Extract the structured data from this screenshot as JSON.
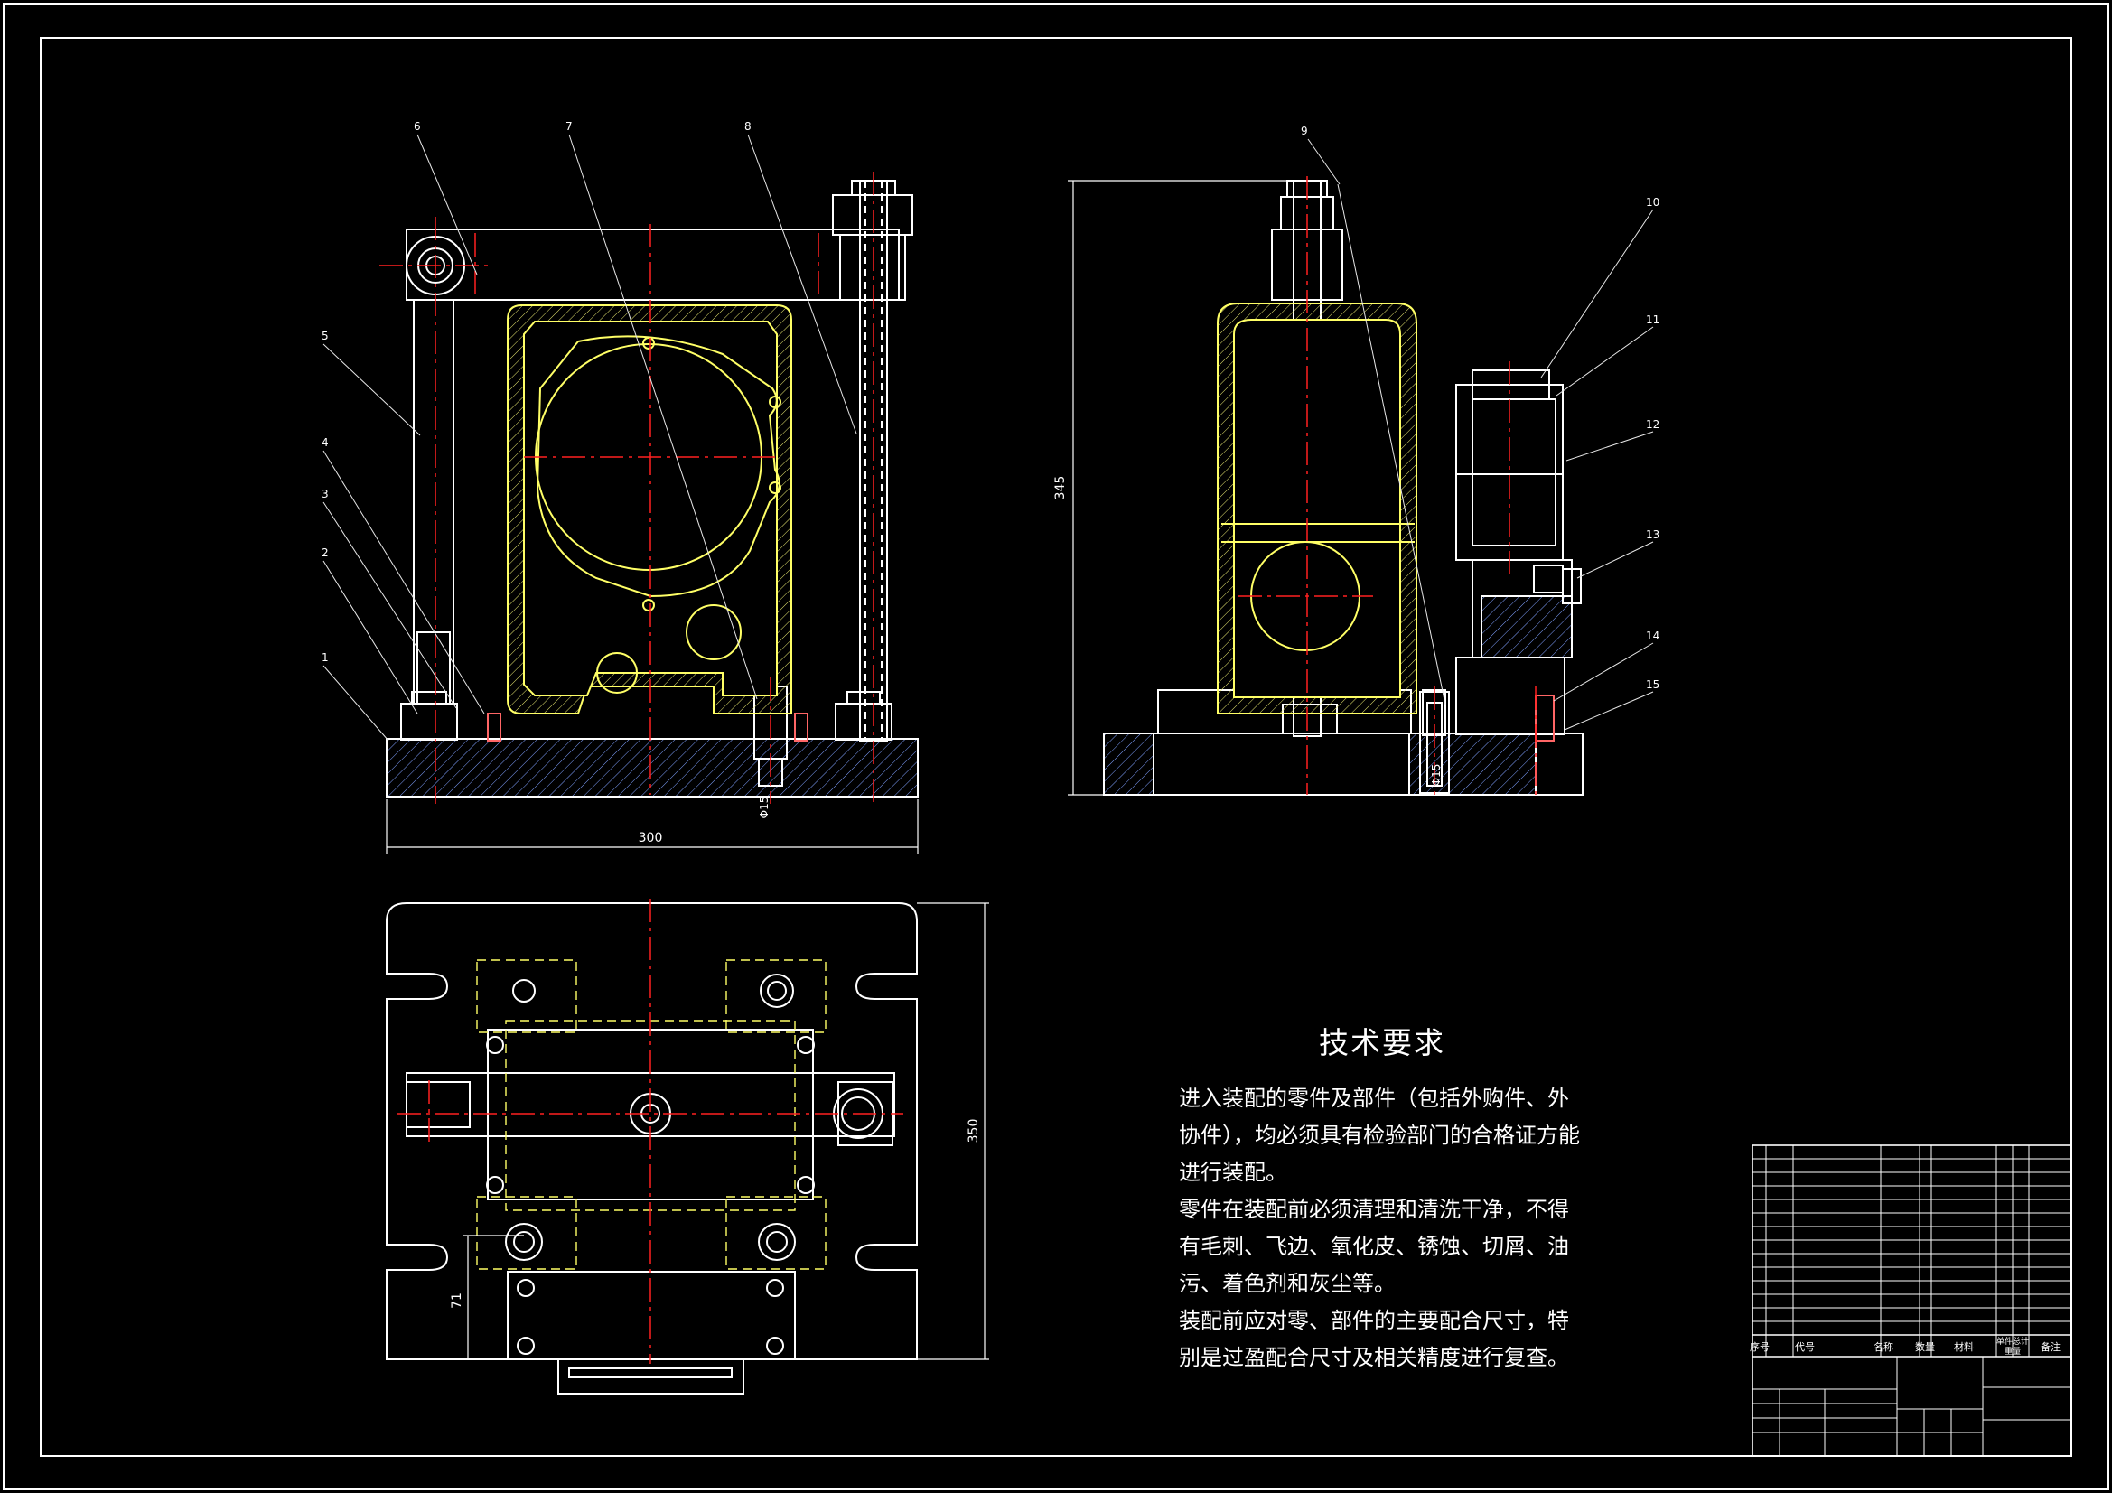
{
  "colors": {
    "background": "#000000",
    "outline": "#ffffff",
    "centerline": "#ff2020",
    "part_body": "#ffff66",
    "hatch": "#7fa0ff",
    "leader": "#e8e8e8"
  },
  "balloons": {
    "front": [
      "1",
      "2",
      "3",
      "4",
      "5",
      "6",
      "7",
      "8"
    ],
    "side": [
      "9",
      "10",
      "11",
      "12",
      "13",
      "14",
      "15"
    ]
  },
  "dimensions": {
    "front_width": "300",
    "side_height": "345",
    "plan_height": "350",
    "plan_offset": "71",
    "pin_dia": "Φ15"
  },
  "tech_requirements": {
    "title": "技术要求",
    "items": [
      "进入装配的零件及部件（包括外购件、外协件），均必须具有检验部门的合格证方能进行装配。",
      "零件在装配前必须清理和清洗干净，不得有毛刺、飞边、氧化皮、锈蚀、切屑、油污、着色剂和灰尘等。",
      "装配前应对零、部件的主要配合尺寸，特别是过盈配合尺寸及相关精度进行复查。"
    ]
  },
  "bom": {
    "headers": [
      "序号",
      "代号",
      "名称",
      "数量",
      "材料",
      "单件",
      "总计",
      "重量",
      "备注"
    ]
  }
}
